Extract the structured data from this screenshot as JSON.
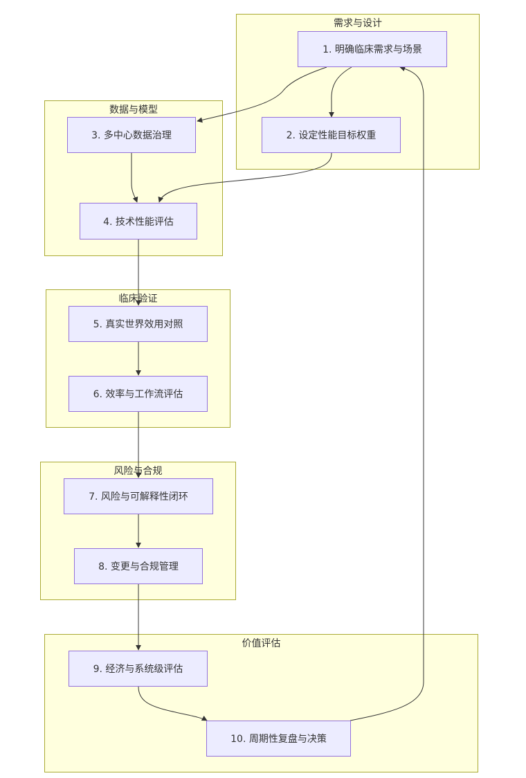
{
  "clusters": {
    "requirements": {
      "title": "需求与设计"
    },
    "data_model": {
      "title": "数据与模型"
    },
    "clinical": {
      "title": "临床验证"
    },
    "risk": {
      "title": "风险与合规"
    },
    "value": {
      "title": "价值评估"
    }
  },
  "nodes": {
    "n1": "1. 明确临床需求与场景",
    "n2": "2. 设定性能目标权重",
    "n3": "3. 多中心数据治理",
    "n4": "4. 技术性能评估",
    "n5": "5. 真实世界效用对照",
    "n6": "6. 效率与工作流评估",
    "n7": "7. 风险与可解释性闭环",
    "n8": "8. 变更与合规管理",
    "n9": "9. 经济与系统级评估",
    "n10": "10. 周期性复盘与决策"
  },
  "edges": [
    {
      "from": "n1",
      "to": "n3",
      "style": "solid"
    },
    {
      "from": "n1",
      "to": "n2",
      "style": "solid"
    },
    {
      "from": "n3",
      "to": "n4",
      "style": "solid"
    },
    {
      "from": "n2",
      "to": "n4",
      "style": "solid"
    },
    {
      "from": "n4",
      "to": "n5",
      "style": "solid"
    },
    {
      "from": "n5",
      "to": "n6",
      "style": "solid"
    },
    {
      "from": "n6",
      "to": "n7",
      "style": "solid"
    },
    {
      "from": "n7",
      "to": "n8",
      "style": "solid"
    },
    {
      "from": "n8",
      "to": "n9",
      "style": "solid"
    },
    {
      "from": "n9",
      "to": "n10",
      "style": "solid"
    },
    {
      "from": "n10",
      "to": "n1",
      "style": "solid"
    }
  ],
  "colors": {
    "cluster_fill": "#ffffde",
    "cluster_border": "#aaaa33",
    "node_fill": "#ececff",
    "node_border": "#9370db",
    "edge": "#333333",
    "text": "#333333"
  }
}
